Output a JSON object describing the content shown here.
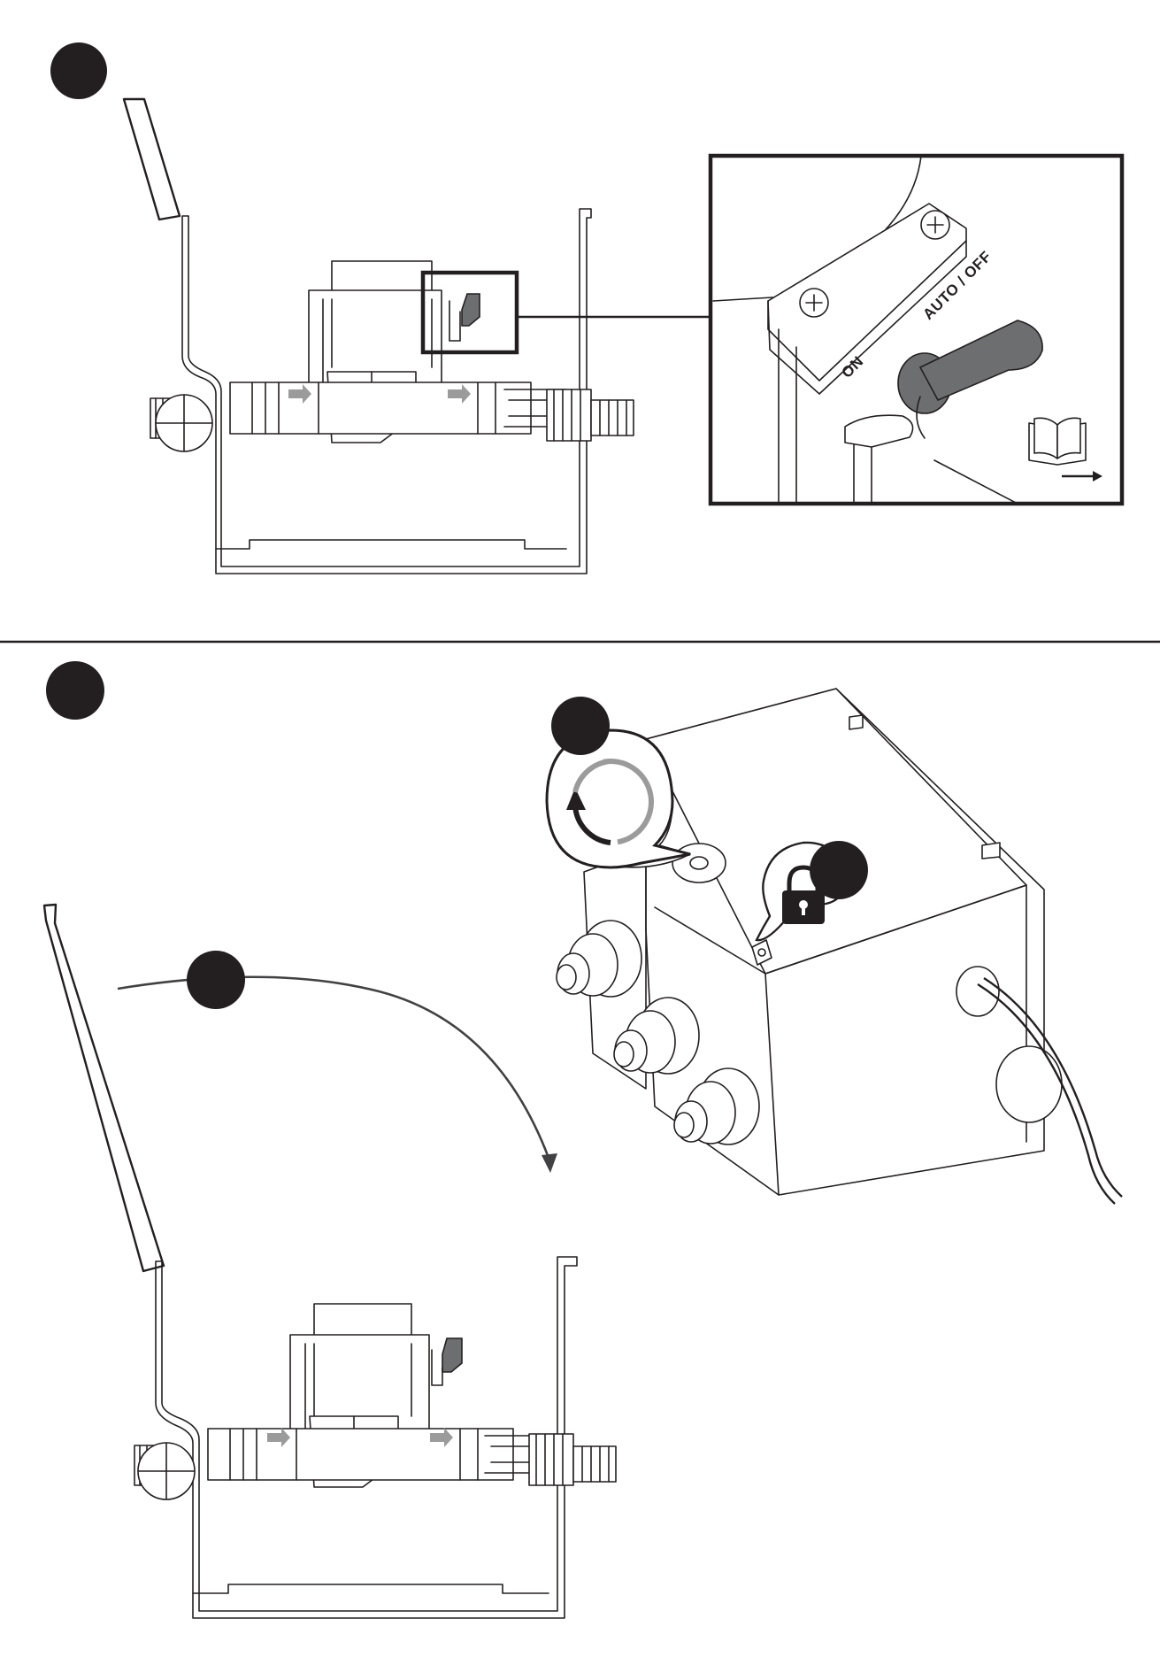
{
  "inset": {
    "switch_on_label": "ON",
    "switch_auto_off_label": "AUTO / OFF"
  },
  "icons": [
    "step-badge-icon",
    "inset-zoom-frame",
    "switch-lever-icon",
    "screw-icon",
    "manual-book-icon",
    "arrow-right-icon",
    "rotate-counterclockwise-icon",
    "padlock-icon",
    "curved-arrow-icon"
  ],
  "colors": {
    "ink": "#231f20",
    "lever_gray": "#6d6e70",
    "flow_arrow_gray": "#9b9b9b",
    "background": "#ffffff"
  }
}
